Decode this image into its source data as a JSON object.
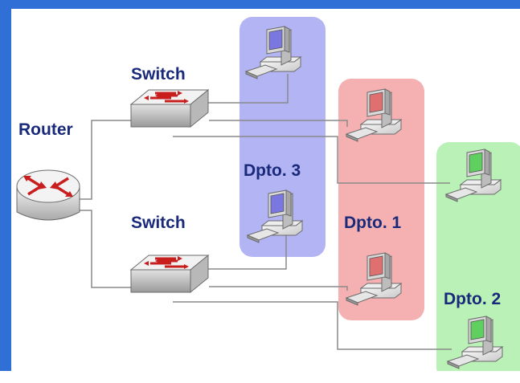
{
  "labels": {
    "router": "Router",
    "switch_top": "Switch",
    "switch_bottom": "Switch",
    "dept3": "Dpto. 3",
    "dept1": "Dpto. 1",
    "dept2": "Dpto. 2"
  },
  "colors": {
    "frame": "#2f6fd6",
    "label_text": "#1a2a7a",
    "dept3_bg": "#b3b4f3",
    "dept1_bg": "#f5b1b1",
    "dept2_bg": "#b9f1b6",
    "line": "#8a8a8a",
    "computer_dept3": "#7a78e0",
    "computer_dept1": "#e07070",
    "computer_dept2": "#5fcf5f"
  },
  "icons": {
    "router": "router-icon",
    "switch": "switch-icon",
    "computer": "computer-icon"
  }
}
